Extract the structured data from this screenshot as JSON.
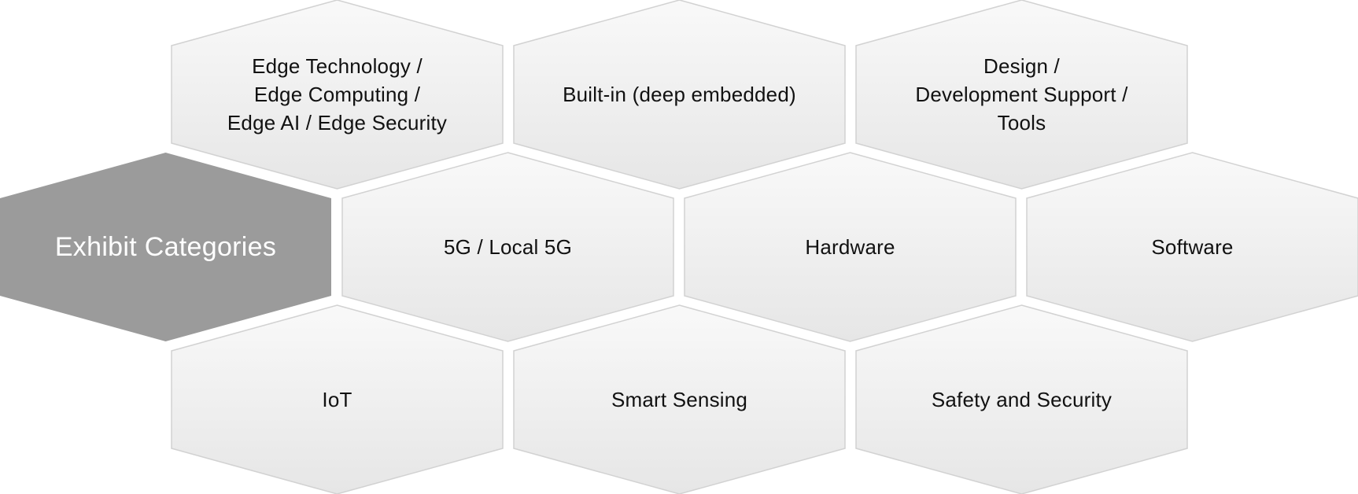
{
  "diagram": {
    "title": "Exhibit Categories",
    "categories": [
      {
        "lines": [
          "Edge Technology /",
          "Edge Computing /",
          "Edge AI / Edge Security"
        ]
      },
      {
        "lines": [
          "Built-in (deep embedded)"
        ]
      },
      {
        "lines": [
          "Design /",
          "Development Support /",
          "Tools"
        ]
      },
      {
        "lines": [
          "5G / Local 5G"
        ]
      },
      {
        "lines": [
          "Hardware"
        ]
      },
      {
        "lines": [
          "Software"
        ]
      },
      {
        "lines": [
          "IoT"
        ]
      },
      {
        "lines": [
          "Smart Sensing"
        ]
      },
      {
        "lines": [
          "Safety and Security"
        ]
      }
    ]
  },
  "colors": {
    "title_fill": "#9b9b9b",
    "tile_fill_top": "#f9f9f9",
    "tile_fill_bottom": "#e6e6e6",
    "tile_stroke": "#d2d2d2"
  }
}
